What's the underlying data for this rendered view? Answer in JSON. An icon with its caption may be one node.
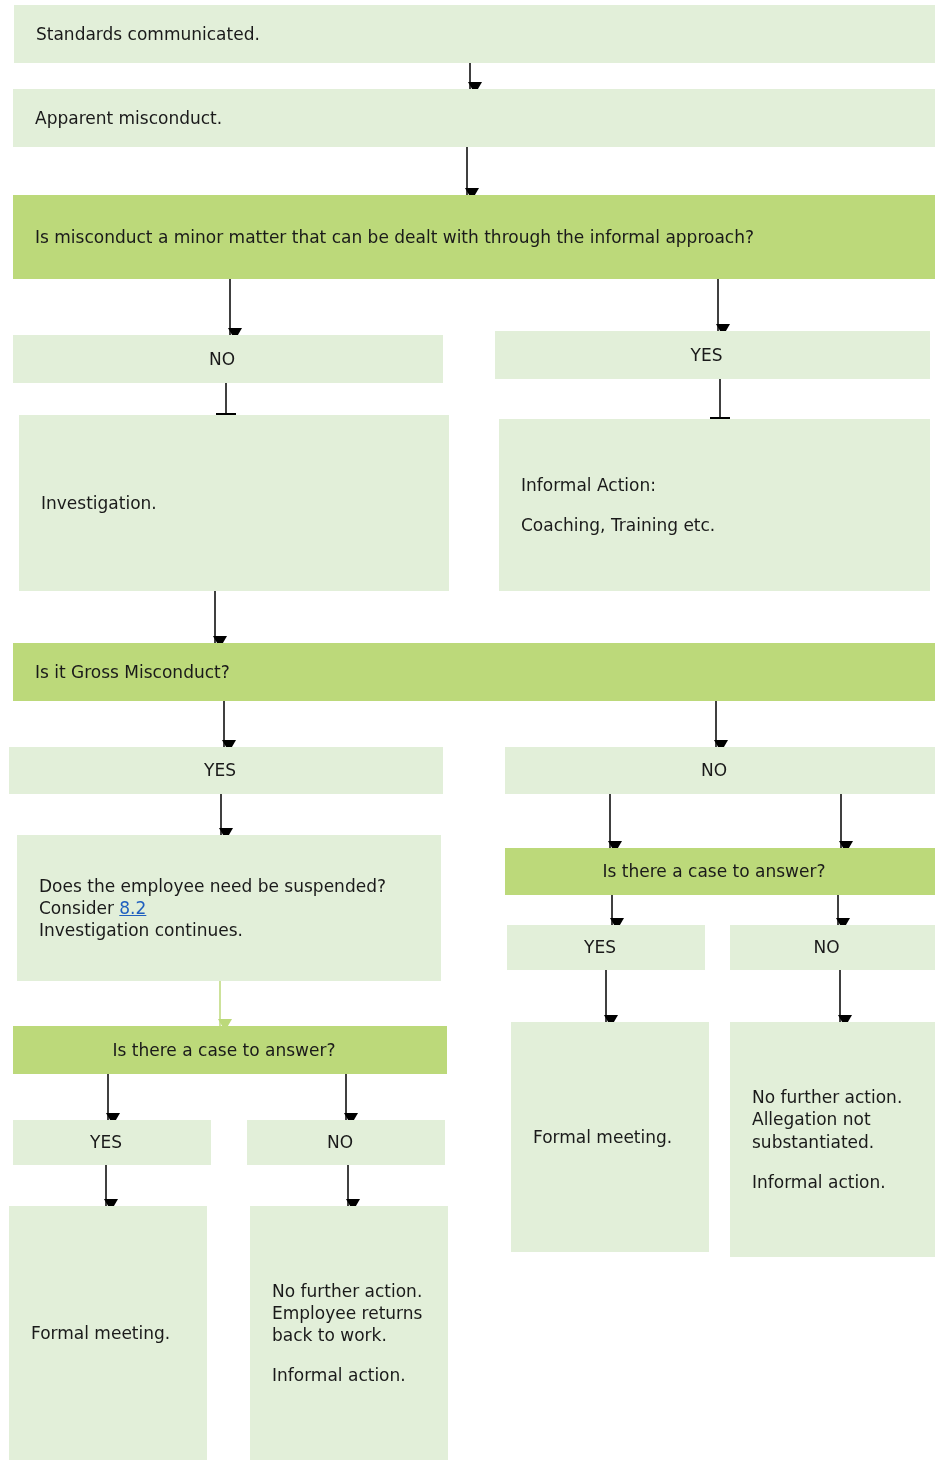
{
  "diagram": {
    "nodes": [
      {
        "text": [
          "Standards communicated."
        ]
      },
      {
        "text": [
          "Apparent misconduct."
        ]
      },
      {
        "text": [
          "Is misconduct a minor matter that can be dealt with through the informal approach?"
        ]
      },
      {
        "text": [
          "NO"
        ]
      },
      {
        "text": [
          "YES"
        ]
      },
      {
        "text": [
          "Investigation."
        ]
      },
      {
        "text": [
          "Informal Action:",
          "Coaching, Training etc."
        ]
      },
      {
        "text": [
          "Is it Gross Misconduct?"
        ]
      },
      {
        "text": [
          "YES"
        ]
      },
      {
        "text": [
          "NO"
        ]
      },
      {
        "text": [
          "Does the employee need be suspended? Consider",
          "8.2",
          "Investigation continues."
        ]
      },
      {
        "text": [
          "Is there a case to answer?"
        ]
      },
      {
        "text": [
          "YES"
        ]
      },
      {
        "text": [
          "NO"
        ]
      },
      {
        "text": [
          "Formal meeting."
        ]
      },
      {
        "text": [
          "No further action. Allegation not substantiated.",
          "Informal action."
        ]
      },
      {
        "text": [
          "Is there a case to answer?"
        ]
      },
      {
        "text": [
          "YES"
        ]
      },
      {
        "text": [
          "NO"
        ]
      },
      {
        "text": [
          "Formal meeting."
        ]
      },
      {
        "text": [
          "No further action. Employee returns back to work.",
          "Informal action."
        ]
      }
    ],
    "edges": [
      {
        "from": 0,
        "to": 1,
        "arrow": "to"
      },
      {
        "from": 1,
        "to": 2,
        "arrow": "to"
      },
      {
        "from": 2,
        "to": 3,
        "arrow": "to"
      },
      {
        "from": 2,
        "to": 4,
        "arrow": "to"
      },
      {
        "from": 3,
        "to": 5,
        "arrow": "other"
      },
      {
        "from": 4,
        "to": 6,
        "arrow": "other"
      },
      {
        "from": 5,
        "to": 7,
        "arrow": "to"
      },
      {
        "from": 7,
        "to": 8,
        "arrow": "to"
      },
      {
        "from": 7,
        "to": 9,
        "arrow": "to"
      },
      {
        "from": 8,
        "to": 10,
        "arrow": "to"
      },
      {
        "from": 9,
        "to": 11,
        "arrow": "to"
      },
      {
        "from": 9,
        "to": 11,
        "arrow": "to"
      },
      {
        "from": 11,
        "to": 12,
        "arrow": "to"
      },
      {
        "from": 11,
        "to": 13,
        "arrow": "to"
      },
      {
        "from": 12,
        "to": 14,
        "arrow": "to"
      },
      {
        "from": 13,
        "to": 15,
        "arrow": "to"
      },
      {
        "from": 10,
        "to": 16,
        "arrow": "to",
        "color": "#bcd97a"
      },
      {
        "from": 16,
        "to": 17,
        "arrow": "to"
      },
      {
        "from": 16,
        "to": 18,
        "arrow": "to"
      },
      {
        "from": 17,
        "to": 19,
        "arrow": "to"
      },
      {
        "from": 18,
        "to": 20,
        "arrow": "to"
      }
    ]
  }
}
